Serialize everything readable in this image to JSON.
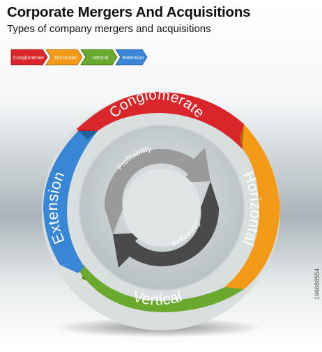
{
  "header": {
    "title": "Corporate Mergers And Acquisitions",
    "subtitle": "Types of company mergers and acquisitions"
  },
  "legend": {
    "items": [
      {
        "label": "Conglomerate",
        "color": "#d8262a"
      },
      {
        "label": "Horizontal",
        "color": "#f39a18"
      },
      {
        "label": "Vertical",
        "color": "#6aa82e"
      },
      {
        "label": "Extension",
        "color": "#3a86d6"
      }
    ]
  },
  "cycle": {
    "segments": [
      {
        "label": "Conglomerate",
        "color": "#d8262a"
      },
      {
        "label": "Horizontal",
        "color": "#f39a18"
      },
      {
        "label": "Vertical",
        "color": "#6aa82e"
      },
      {
        "label": "Extension",
        "color": "#3a86d6"
      }
    ],
    "inner": [
      {
        "label": "Profitability",
        "color": "#9a9a9a"
      },
      {
        "label": "Synergies",
        "color": "#4a4a4a"
      }
    ]
  },
  "watermark": "196688554"
}
